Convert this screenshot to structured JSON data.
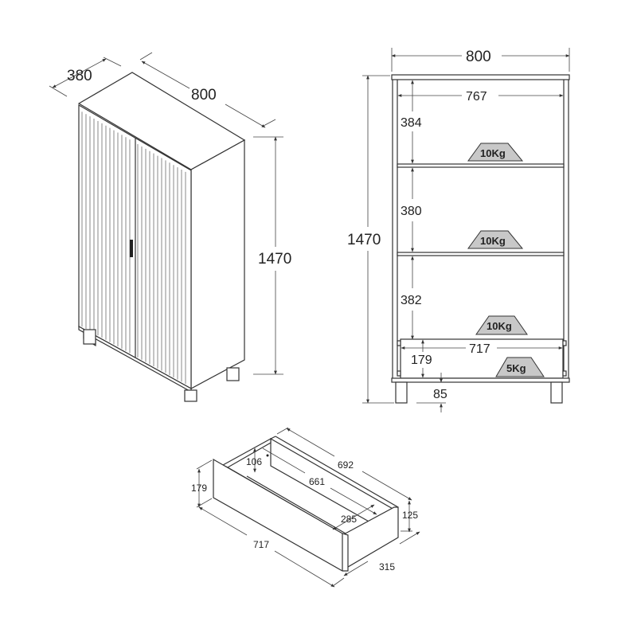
{
  "iso_view": {
    "depth": "380",
    "width": "800",
    "height": "1470"
  },
  "front_view": {
    "width": "800",
    "inner_width": "767",
    "height": "1470",
    "compartments": [
      "384",
      "380",
      "382"
    ],
    "drawer_width": "717",
    "drawer_height": "179",
    "leg_height": "85",
    "loads": [
      "10Kg",
      "10Kg",
      "10Kg",
      "5Kg"
    ],
    "load_color": "#c8c8c8"
  },
  "drawer_view": {
    "outer_depth": "692",
    "inner_depth": "661",
    "inner_height": "106",
    "front_height": "179",
    "side_height": "125",
    "front_width": "717",
    "inner_width": "285",
    "outer_width": "315"
  }
}
